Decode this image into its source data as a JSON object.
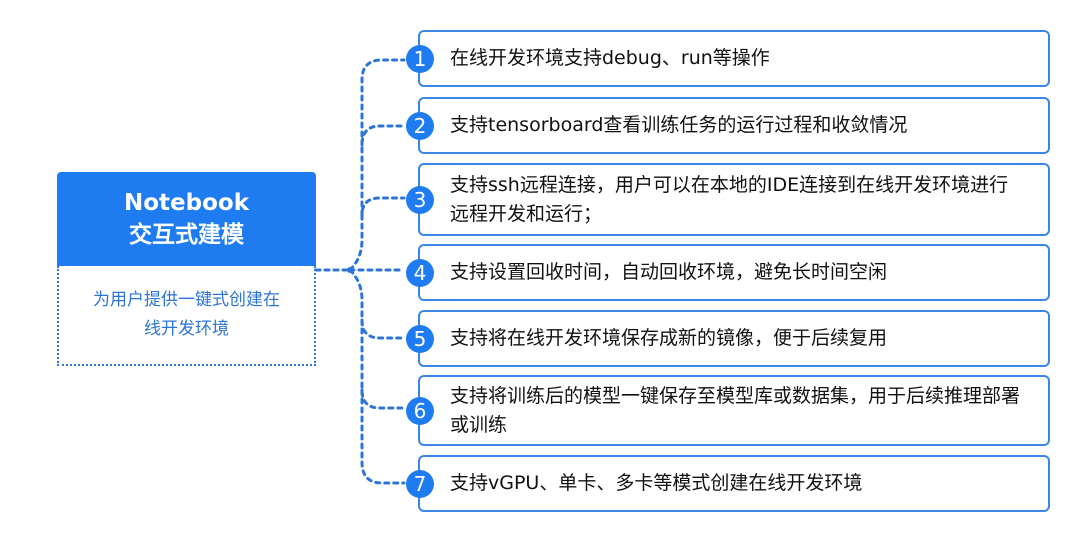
{
  "colors": {
    "accent": "#1f7cf0",
    "border": "#3a86e6",
    "dotted": "#2c75d6",
    "text": "#111111",
    "background": "#ffffff"
  },
  "main_card": {
    "title_line1": "Notebook",
    "title_line2": "交互式建模",
    "description_line1": "为用户提供一键式创建在",
    "description_line2": "线开发环境"
  },
  "features": [
    {
      "number": "1",
      "text": "在线开发环境支持debug、run等操作"
    },
    {
      "number": "2",
      "text": "支持tensorboard查看训练任务的运行过程和收敛情况"
    },
    {
      "number": "3",
      "text": "支持ssh远程连接，用户可以在本地的IDE连接到在线开发环境进行远程开发和运行；"
    },
    {
      "number": "4",
      "text": "支持设置回收时间，自动回收环境，避免长时间空闲"
    },
    {
      "number": "5",
      "text": "支持将在线开发环境保存成新的镜像，便于后续复用"
    },
    {
      "number": "6",
      "text": "支持将训练后的模型一键保存至模型库或数据集，用于后续推理部署或训练"
    },
    {
      "number": "7",
      "text": "支持vGPU、单卡、多卡等模式创建在线开发环境"
    }
  ]
}
